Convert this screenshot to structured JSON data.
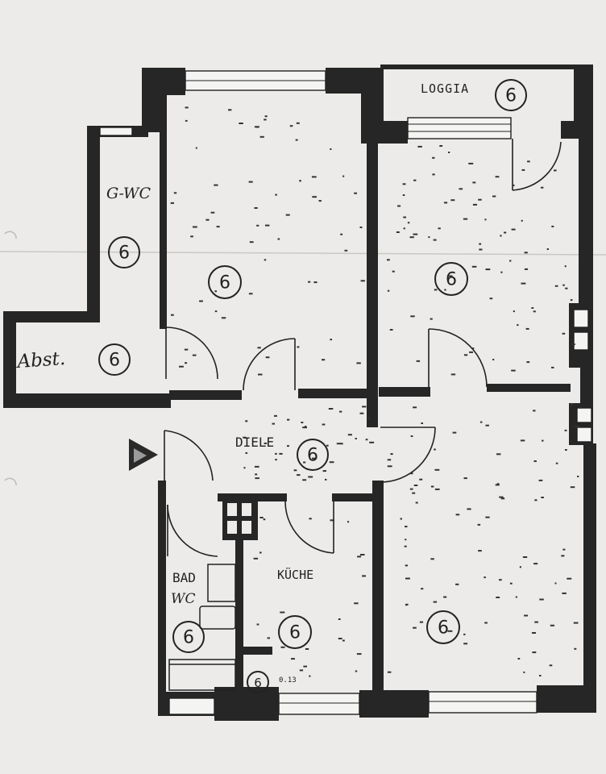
{
  "labels": {
    "loggia": "LOGGIA",
    "guest_wc": "G-WC",
    "storage": "Abst.",
    "hall": "DIELE",
    "bath": "BAD",
    "bath_wc": "WC",
    "kitchen": "KÜCHE",
    "small_note": "0.13"
  },
  "room_marker": "6",
  "colors": {
    "paper": "#ecebe9",
    "ink": "#262626"
  }
}
